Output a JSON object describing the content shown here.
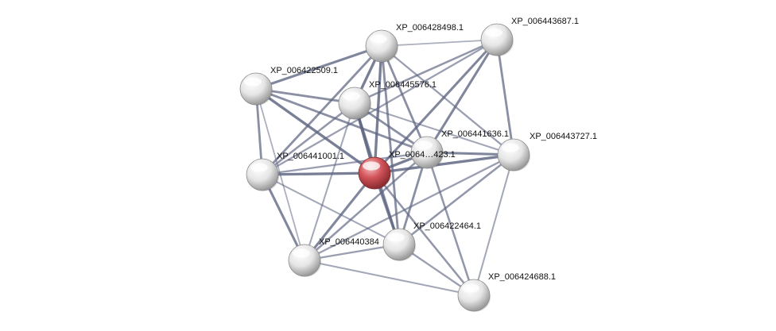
{
  "colors": {
    "background": "#ffffff",
    "node_default": "#e8e8e8",
    "node_query": "#d2555b",
    "edge": "#5e6682"
  },
  "nodes": [
    {
      "id": "n1",
      "label": "XP_006428498.1",
      "query": false
    },
    {
      "id": "n2",
      "label": "XP_006443687.1",
      "query": false
    },
    {
      "id": "n3",
      "label": "XP_006422509.1",
      "query": false
    },
    {
      "id": "n4",
      "label": "XP_006445576.1",
      "query": false
    },
    {
      "id": "n5",
      "label": "XP_006441636.1",
      "query": false
    },
    {
      "id": "n6",
      "label": "XP_006443727.1",
      "query": false
    },
    {
      "id": "n7",
      "label": "XP_006441001.1",
      "query": false
    },
    {
      "id": "n8",
      "label": "XP_0064…423.1",
      "query": true
    },
    {
      "id": "n9",
      "label": "XP_006422464.1",
      "query": false
    },
    {
      "id": "n10",
      "label": "XP_006440384",
      "query": false
    },
    {
      "id": "n11",
      "label": "XP_006424688.1",
      "query": false
    }
  ],
  "edges": [
    {
      "a": "n8",
      "b": "n1",
      "w": 0.9
    },
    {
      "a": "n8",
      "b": "n2",
      "w": 0.8
    },
    {
      "a": "n8",
      "b": "n3",
      "w": 0.9
    },
    {
      "a": "n8",
      "b": "n4",
      "w": 1.0
    },
    {
      "a": "n8",
      "b": "n5",
      "w": 0.9
    },
    {
      "a": "n8",
      "b": "n6",
      "w": 0.9
    },
    {
      "a": "n8",
      "b": "n7",
      "w": 0.9
    },
    {
      "a": "n8",
      "b": "n9",
      "w": 0.9
    },
    {
      "a": "n8",
      "b": "n10",
      "w": 0.8
    },
    {
      "a": "n8",
      "b": "n11",
      "w": 0.6
    },
    {
      "a": "n1",
      "b": "n2",
      "w": 0.3
    },
    {
      "a": "n1",
      "b": "n3",
      "w": 0.8
    },
    {
      "a": "n1",
      "b": "n4",
      "w": 0.9
    },
    {
      "a": "n1",
      "b": "n5",
      "w": 0.7
    },
    {
      "a": "n1",
      "b": "n6",
      "w": 0.5
    },
    {
      "a": "n1",
      "b": "n7",
      "w": 0.7
    },
    {
      "a": "n1",
      "b": "n9",
      "w": 0.7
    },
    {
      "a": "n2",
      "b": "n4",
      "w": 0.6
    },
    {
      "a": "n2",
      "b": "n5",
      "w": 0.8
    },
    {
      "a": "n2",
      "b": "n6",
      "w": 0.7
    },
    {
      "a": "n2",
      "b": "n7",
      "w": 0.5
    },
    {
      "a": "n3",
      "b": "n4",
      "w": 0.7
    },
    {
      "a": "n3",
      "b": "n5",
      "w": 0.7
    },
    {
      "a": "n3",
      "b": "n7",
      "w": 0.7
    },
    {
      "a": "n3",
      "b": "n10",
      "w": 0.3
    },
    {
      "a": "n4",
      "b": "n5",
      "w": 0.7
    },
    {
      "a": "n4",
      "b": "n6",
      "w": 0.4
    },
    {
      "a": "n4",
      "b": "n7",
      "w": 0.6
    },
    {
      "a": "n4",
      "b": "n9",
      "w": 0.7
    },
    {
      "a": "n4",
      "b": "n10",
      "w": 0.4
    },
    {
      "a": "n5",
      "b": "n6",
      "w": 0.8
    },
    {
      "a": "n5",
      "b": "n7",
      "w": 0.5
    },
    {
      "a": "n5",
      "b": "n9",
      "w": 0.7
    },
    {
      "a": "n5",
      "b": "n10",
      "w": 0.6
    },
    {
      "a": "n5",
      "b": "n11",
      "w": 0.6
    },
    {
      "a": "n6",
      "b": "n9",
      "w": 0.6
    },
    {
      "a": "n6",
      "b": "n10",
      "w": 0.5
    },
    {
      "a": "n6",
      "b": "n11",
      "w": 0.4
    },
    {
      "a": "n7",
      "b": "n10",
      "w": 0.8
    },
    {
      "a": "n7",
      "b": "n9",
      "w": 0.4
    },
    {
      "a": "n9",
      "b": "n10",
      "w": 0.5
    },
    {
      "a": "n9",
      "b": "n11",
      "w": 0.5
    },
    {
      "a": "n10",
      "b": "n11",
      "w": 0.4
    }
  ]
}
